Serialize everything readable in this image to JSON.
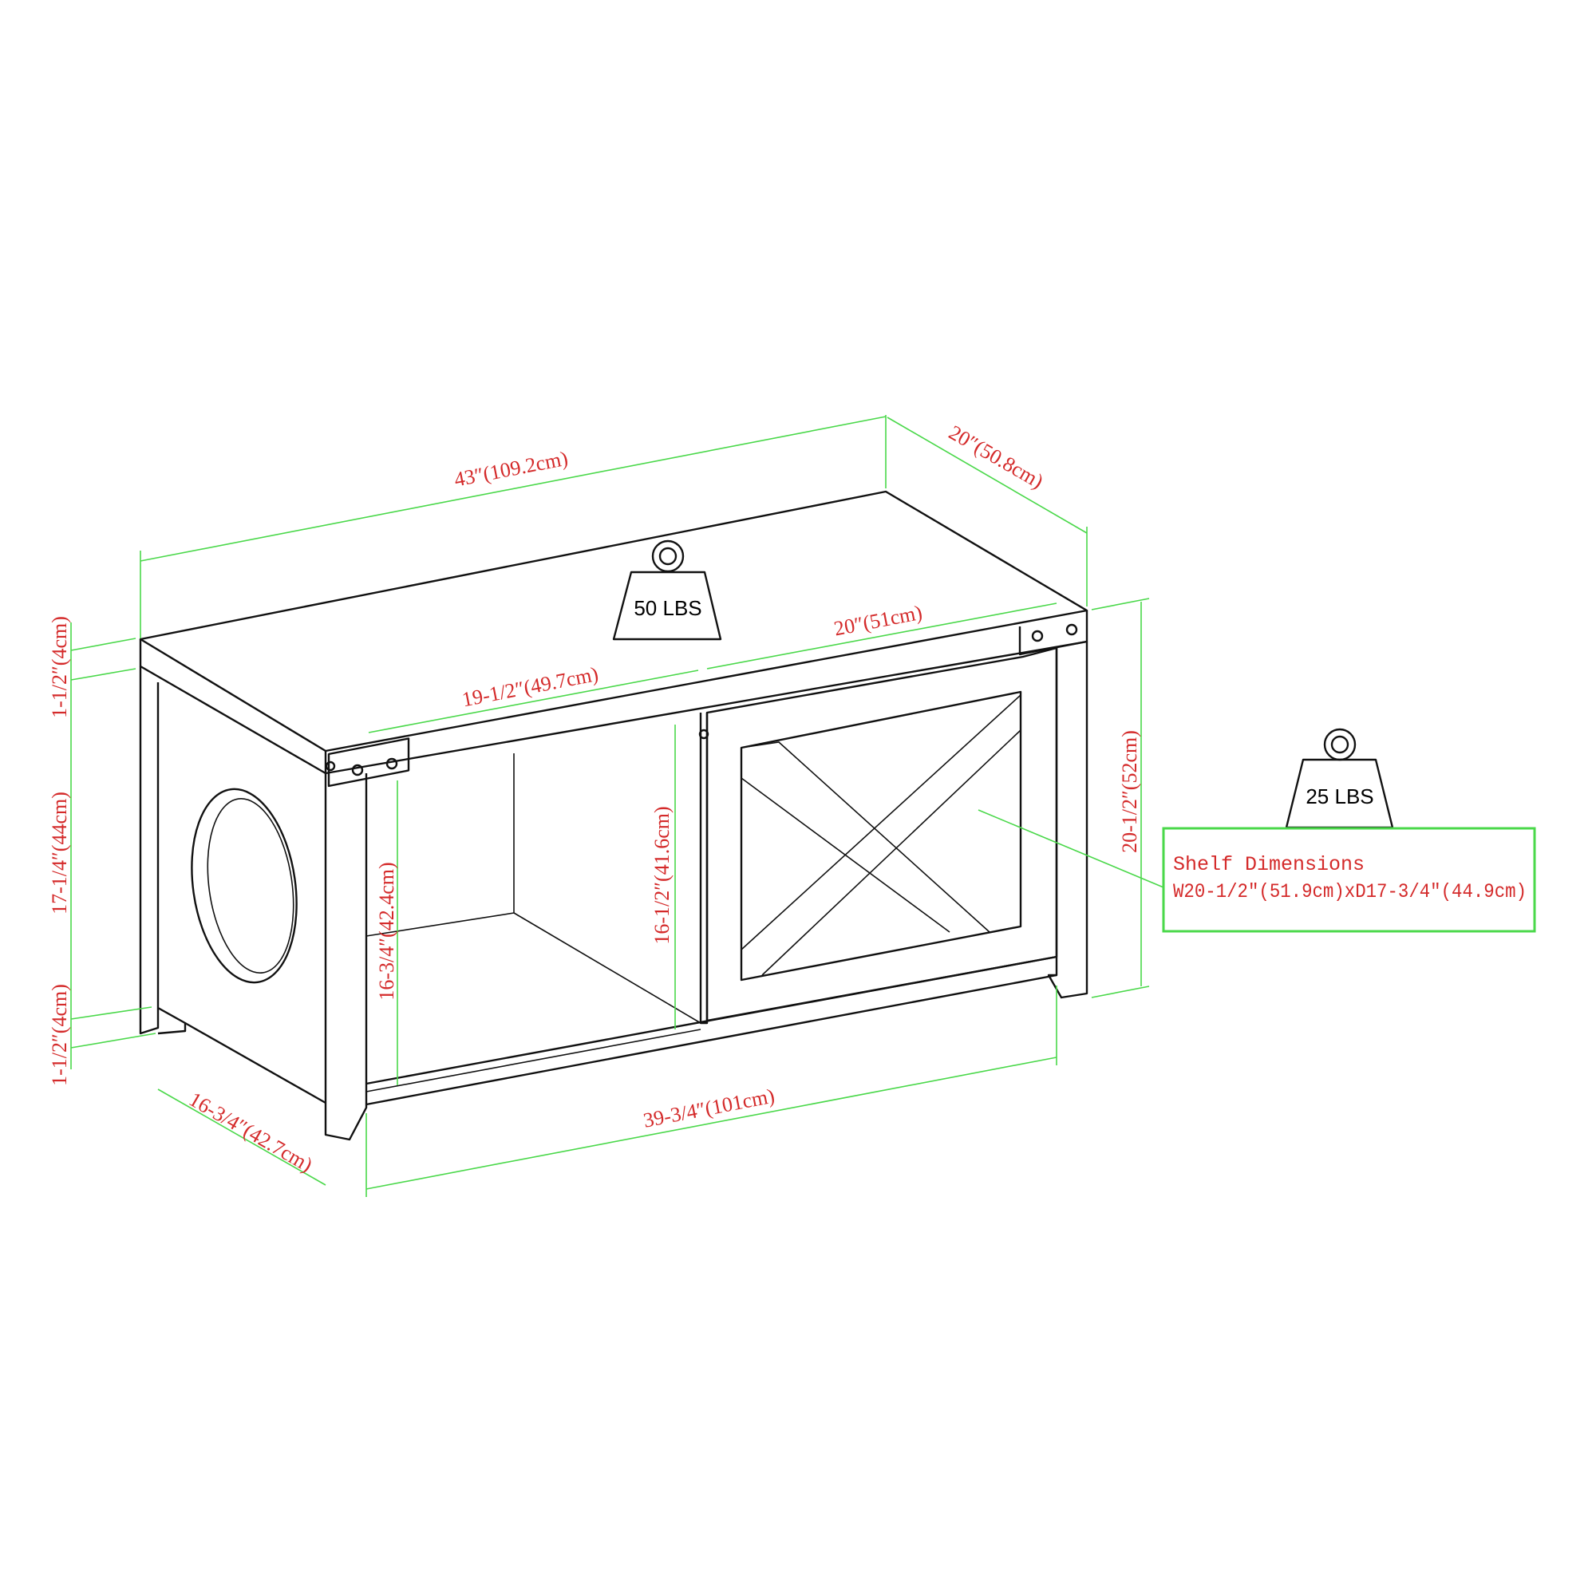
{
  "dimensions": {
    "overall_width": "43″(109.2cm)",
    "overall_depth": "20″(50.8cm)",
    "door_width": "20″(51cm)",
    "opening_width": "19-1/2″(49.7cm)",
    "opening_height_left": "16-3/4″(42.4cm)",
    "opening_height_mid": "16-1/2″(41.6cm)",
    "overall_height": "20-1/2″(52cm)",
    "side_panel_height": "17-1/4″(44cm)",
    "top_thickness": "1-1/2″(4cm)",
    "leg_clearance": "1-1/2″(4cm)",
    "side_depth": "16-3/4″(42.7cm)",
    "inner_width": "39-3/4″(101cm)"
  },
  "weights": {
    "top_capacity": "50 LBS",
    "shelf_capacity": "25 LBS"
  },
  "shelf_box": {
    "title": "Shelf Dimensions",
    "value": "W20-1/2″(51.9cm)xD17-3/4″(44.9cm)"
  },
  "colors": {
    "label": "#d42a2a",
    "dimension_line": "#4ad84a",
    "outline": "#111111"
  }
}
